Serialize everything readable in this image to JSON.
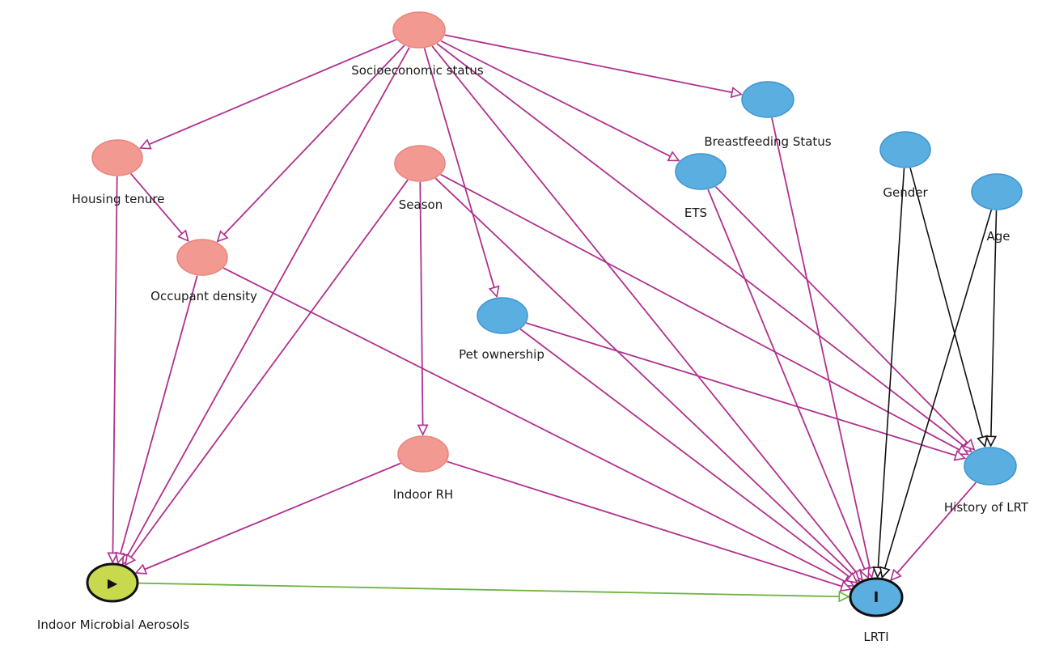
{
  "diagram": {
    "type": "causal-dag",
    "colors": {
      "ancestor_node": "#f29a92",
      "ancestor_node_stroke": "#e8837a",
      "outcome_ancestor_node": "#5aaee0",
      "outcome_ancestor_stroke": "#3e95cf",
      "exposure_node": "#c9d94e",
      "outcome_node": "#5aaee0",
      "biasing_edge": "#b0308f",
      "causal_edge": "#6cb33f",
      "other_edge": "#111111",
      "label_text": "#1a1a1a"
    },
    "nodes": [
      {
        "id": "ses",
        "label": "Socioeconomic status",
        "kind": "ancestor"
      },
      {
        "id": "housing",
        "label": "Housing tenure",
        "kind": "ancestor"
      },
      {
        "id": "occupant",
        "label": "Occupant density",
        "kind": "ancestor"
      },
      {
        "id": "season",
        "label": "Season",
        "kind": "ancestor"
      },
      {
        "id": "rh",
        "label": "Indoor RH",
        "kind": "ancestor"
      },
      {
        "id": "breast",
        "label": "Breastfeeding Status",
        "kind": "outcome-ancestor"
      },
      {
        "id": "ets",
        "label": "ETS",
        "kind": "outcome-ancestor"
      },
      {
        "id": "pet",
        "label": "Pet ownership",
        "kind": "outcome-ancestor"
      },
      {
        "id": "gender",
        "label": "Gender",
        "kind": "outcome-ancestor"
      },
      {
        "id": "age",
        "label": "Age",
        "kind": "outcome-ancestor"
      },
      {
        "id": "hist",
        "label": "History of LRT",
        "kind": "outcome-ancestor"
      },
      {
        "id": "ima",
        "label": "Indoor Microbial Aerosols",
        "kind": "exposure",
        "symbol": "▶"
      },
      {
        "id": "lrti",
        "label": "LRTI",
        "kind": "outcome",
        "symbol": "I"
      }
    ],
    "edges": [
      {
        "from": "ses",
        "to": "housing",
        "kind": "biasing"
      },
      {
        "from": "ses",
        "to": "occupant",
        "kind": "biasing"
      },
      {
        "from": "ses",
        "to": "ima",
        "kind": "biasing"
      },
      {
        "from": "ses",
        "to": "pet",
        "kind": "biasing"
      },
      {
        "from": "ses",
        "to": "ets",
        "kind": "biasing"
      },
      {
        "from": "ses",
        "to": "breast",
        "kind": "biasing"
      },
      {
        "from": "ses",
        "to": "lrti",
        "kind": "biasing"
      },
      {
        "from": "ses",
        "to": "hist",
        "kind": "biasing"
      },
      {
        "from": "housing",
        "to": "occupant",
        "kind": "biasing"
      },
      {
        "from": "housing",
        "to": "ima",
        "kind": "biasing"
      },
      {
        "from": "occupant",
        "to": "ima",
        "kind": "biasing"
      },
      {
        "from": "occupant",
        "to": "lrti",
        "kind": "biasing"
      },
      {
        "from": "season",
        "to": "rh",
        "kind": "biasing"
      },
      {
        "from": "season",
        "to": "ima",
        "kind": "biasing"
      },
      {
        "from": "season",
        "to": "lrti",
        "kind": "biasing"
      },
      {
        "from": "season",
        "to": "hist",
        "kind": "biasing"
      },
      {
        "from": "rh",
        "to": "ima",
        "kind": "biasing"
      },
      {
        "from": "rh",
        "to": "lrti",
        "kind": "biasing"
      },
      {
        "from": "breast",
        "to": "lrti",
        "kind": "biasing"
      },
      {
        "from": "ets",
        "to": "lrti",
        "kind": "biasing"
      },
      {
        "from": "ets",
        "to": "hist",
        "kind": "biasing"
      },
      {
        "from": "pet",
        "to": "lrti",
        "kind": "biasing"
      },
      {
        "from": "pet",
        "to": "hist",
        "kind": "biasing"
      },
      {
        "from": "hist",
        "to": "lrti",
        "kind": "biasing"
      },
      {
        "from": "gender",
        "to": "lrti",
        "kind": "other"
      },
      {
        "from": "gender",
        "to": "hist",
        "kind": "other"
      },
      {
        "from": "age",
        "to": "lrti",
        "kind": "other"
      },
      {
        "from": "age",
        "to": "hist",
        "kind": "other"
      },
      {
        "from": "ima",
        "to": "lrti",
        "kind": "causal"
      }
    ]
  }
}
